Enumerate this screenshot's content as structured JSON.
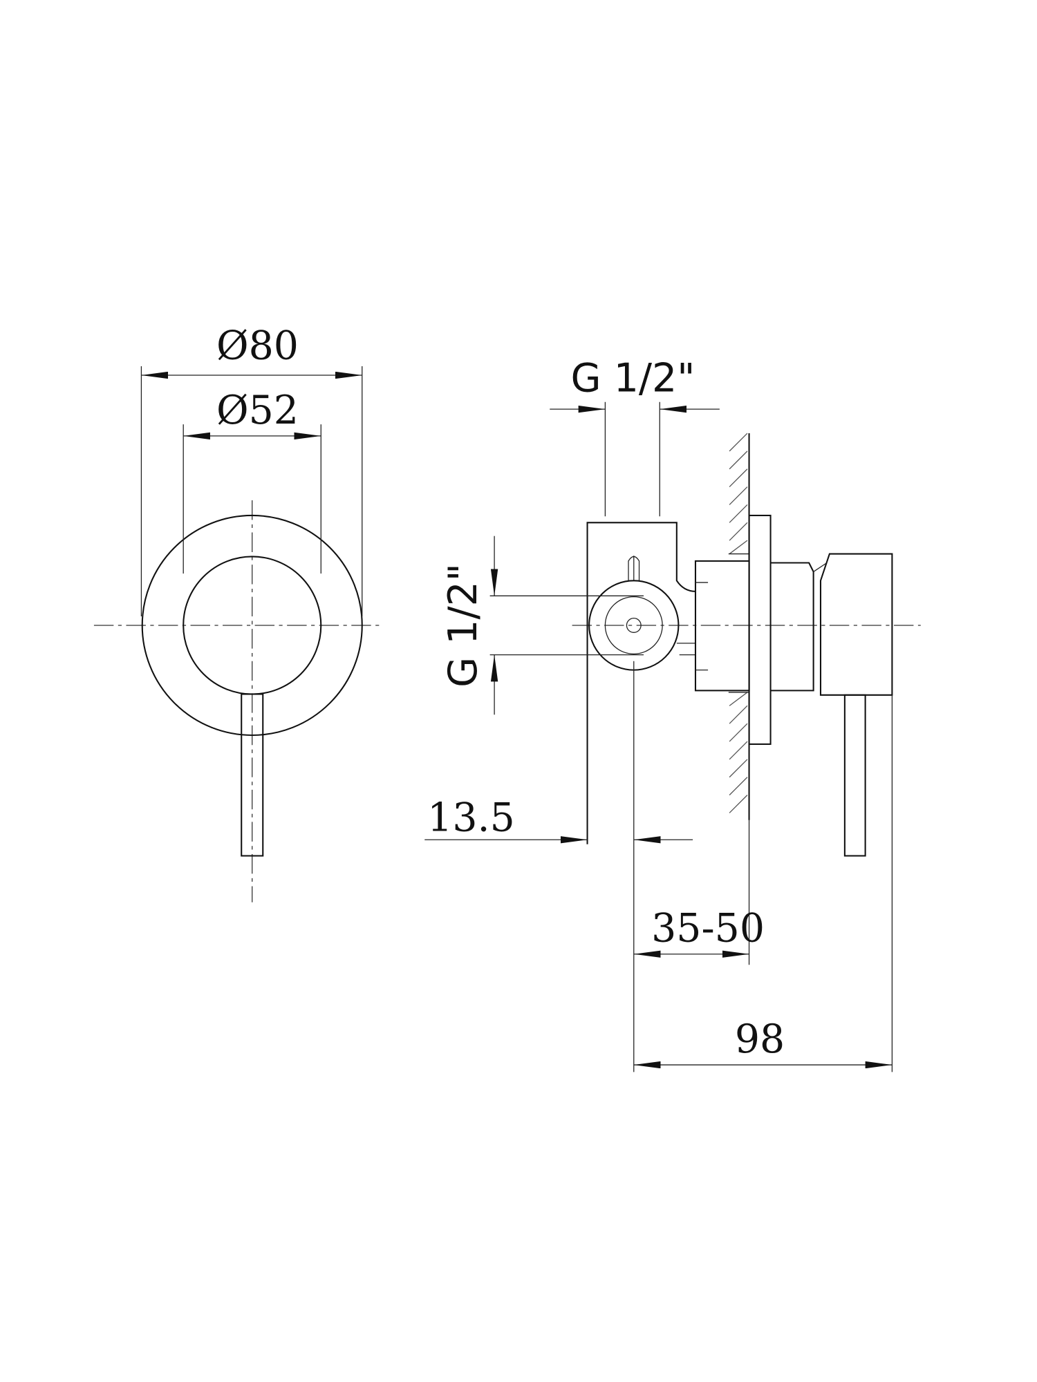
{
  "front_view": {
    "outer_diameter": "Ø80",
    "inner_diameter": "Ø52"
  },
  "side_view": {
    "top_connection": "G 1/2\"",
    "side_connection": "G 1/2\"",
    "offset": "13.5",
    "wall_depth_range": "35-50",
    "total_depth": "98"
  }
}
